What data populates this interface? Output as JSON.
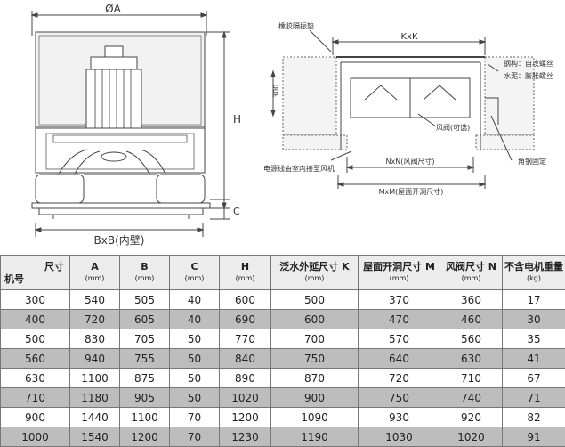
{
  "drawing": {
    "labels": {
      "dia_a": "ØA",
      "h": "H",
      "c": "C",
      "bxb": "BxB(内壁)",
      "kxk": "KxK",
      "gasket": "橡胶隔振垫",
      "screw1": "钢构：自攻螺丝",
      "screw2": "水泥：膨胀螺丝",
      "dim300": "300",
      "damper": "风阀(可选)",
      "cable": "电源线由室内接至风机",
      "nxn": "NxN(风阀尺寸)",
      "mxm": "MxM(屋面开洞尺寸)",
      "angle": "角钢固定"
    }
  },
  "table": {
    "corner": {
      "model": "机号",
      "size": "尺寸"
    },
    "headers": [
      {
        "label": "A",
        "unit": "(mm)"
      },
      {
        "label": "B",
        "unit": "(mm)"
      },
      {
        "label": "C",
        "unit": "(mm)"
      },
      {
        "label": "H",
        "unit": "(mm)"
      },
      {
        "label": "泛水外延尺寸 K",
        "unit": "(mm)"
      },
      {
        "label": "屋面开洞尺寸 M",
        "unit": "(mm)"
      },
      {
        "label": "风阀尺寸 N",
        "unit": "(mm)"
      },
      {
        "label": "不含电机重量",
        "unit": "(kg)"
      }
    ],
    "rows": [
      [
        "300",
        "540",
        "505",
        "40",
        "600",
        "500",
        "370",
        "360",
        "17"
      ],
      [
        "400",
        "720",
        "605",
        "40",
        "690",
        "600",
        "470",
        "460",
        "30"
      ],
      [
        "500",
        "830",
        "705",
        "50",
        "770",
        "700",
        "570",
        "560",
        "35"
      ],
      [
        "560",
        "940",
        "755",
        "50",
        "840",
        "750",
        "640",
        "630",
        "41"
      ],
      [
        "630",
        "1100",
        "875",
        "50",
        "890",
        "870",
        "720",
        "710",
        "67"
      ],
      [
        "710",
        "1180",
        "905",
        "50",
        "1020",
        "900",
        "750",
        "740",
        "71"
      ],
      [
        "900",
        "1440",
        "1100",
        "70",
        "1200",
        "1090",
        "930",
        "920",
        "82"
      ],
      [
        "1000",
        "1540",
        "1200",
        "70",
        "1230",
        "1190",
        "1030",
        "1020",
        "91"
      ]
    ]
  }
}
